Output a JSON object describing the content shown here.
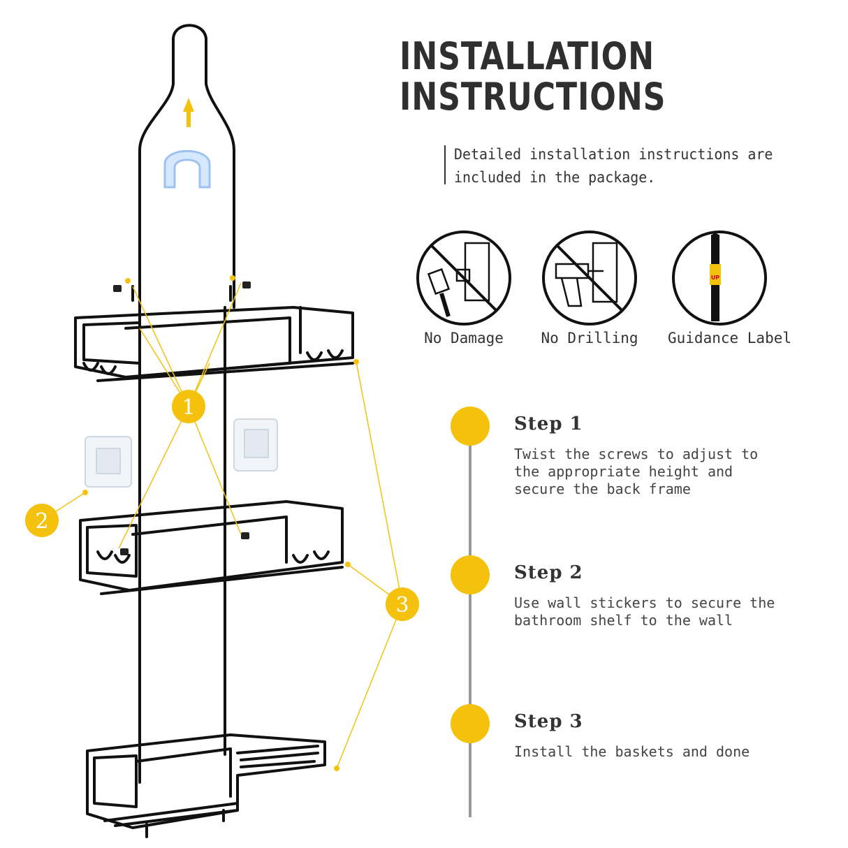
{
  "title": {
    "line1": "INSTALLATION",
    "line2": "INSTRUCTIONS"
  },
  "note": "Detailed installation instructions are included in the package.",
  "features": [
    {
      "label": "No Damage",
      "icon": "no-hammer-icon"
    },
    {
      "label": "No Drilling",
      "icon": "no-drill-icon"
    },
    {
      "label": "Guidance Label",
      "icon": "guidance-label-icon"
    }
  ],
  "steps": [
    {
      "title": "Step 1",
      "desc": "Twist the screws to adjust to the appropriate height and secure the back frame"
    },
    {
      "title": "Step 2",
      "desc": "Use wall stickers to secure the bathroom shelf to the wall"
    },
    {
      "title": "Step 3",
      "desc": "Install the baskets and done"
    }
  ],
  "callouts": [
    "1",
    "2",
    "3"
  ],
  "guidance_label_text": "UP",
  "colors": {
    "accent": "#f4c20d",
    "text": "#2f2f2f",
    "line": "#999999",
    "frame": "#111111"
  }
}
